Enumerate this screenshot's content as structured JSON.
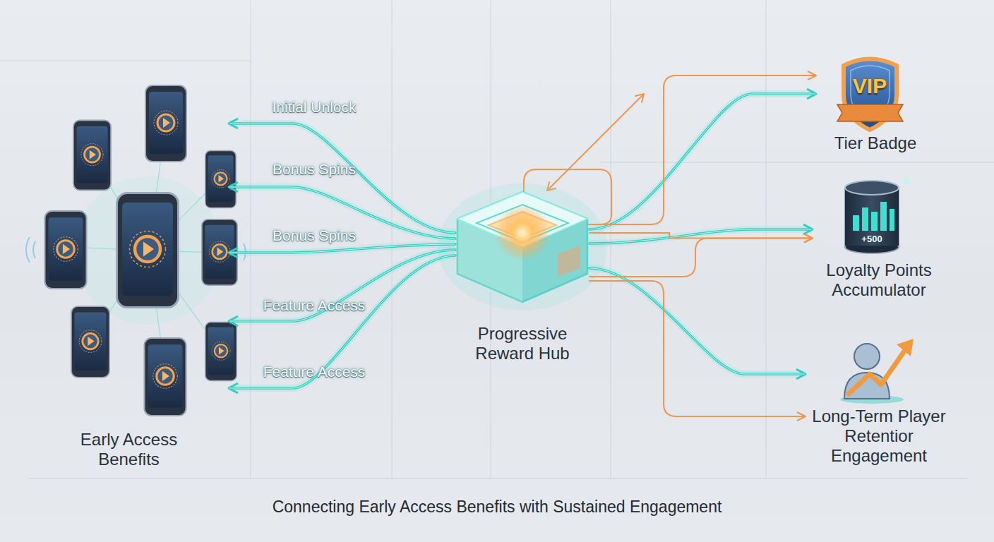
{
  "diagram": {
    "caption": "Connecting Early Access Benefits with Sustained Engagement",
    "nodes": [
      {
        "text": [
          "Early Access Benefits"
        ]
      },
      {
        "text": [
          "Progressive Reward Hub"
        ]
      },
      {
        "text": [
          "Tier Badge"
        ]
      },
      {
        "text": [
          "Loyalty Points Accumulator"
        ]
      },
      {
        "text": [
          "Long-Term Player Retentior Engagement"
        ]
      }
    ],
    "edges": [
      {
        "from": 1,
        "to": 0,
        "arrow": "to",
        "label": "Initial Unlock"
      },
      {
        "from": 1,
        "to": 0,
        "arrow": "to",
        "label": "Bonus Spins"
      },
      {
        "from": 1,
        "to": 0,
        "arrow": "to",
        "label": "Bonus Spins"
      },
      {
        "from": 1,
        "to": 0,
        "arrow": "to",
        "label": "Feature Access"
      },
      {
        "from": 1,
        "to": 0,
        "arrow": "to",
        "label": "Feature Access"
      },
      {
        "from": 1,
        "to": 2,
        "arrow": "to"
      },
      {
        "from": 1,
        "to": 3,
        "arrow": "to"
      },
      {
        "from": 1,
        "to": 4,
        "arrow": "to"
      },
      {
        "from": 1,
        "to": 2,
        "arrow": "to"
      },
      {
        "from": 1,
        "to": 3,
        "arrow": "to"
      },
      {
        "from": 1,
        "to": 3,
        "arrow": "to"
      },
      {
        "from": 1,
        "to": 4,
        "arrow": "to"
      }
    ],
    "labels": [
      "VIP",
      "+500"
    ]
  }
}
